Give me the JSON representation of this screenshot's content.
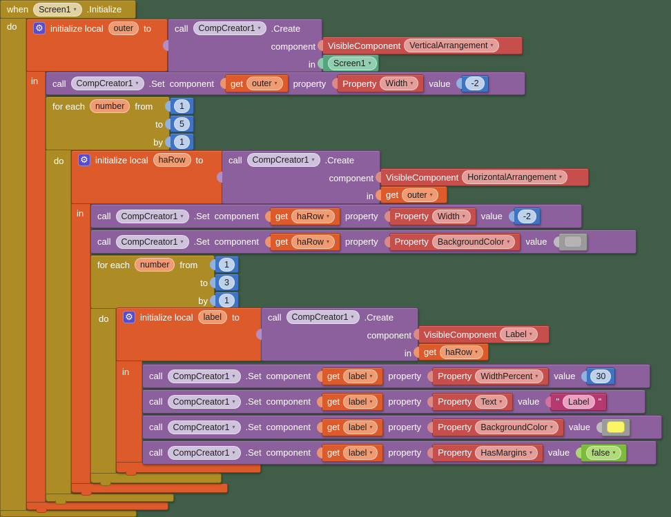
{
  "colors": {
    "workspace_bg": "#3F5D47",
    "event_gold": "#AD8C25",
    "variable_orange": "#DD5B2A",
    "method_purple": "#8C5F9D",
    "component_red": "#C64F4C",
    "component_green": "#55A57F",
    "number_blue": "#3F74C4",
    "text_magenta": "#B5386F",
    "logic_green": "#7CBB3E",
    "color_block_gray": "#9B9B9B",
    "harow_swatch": "#B4B4B4",
    "label_swatch": "#FAF564"
  },
  "icons": {
    "gear": "⚙",
    "caret": "▾"
  },
  "kw": {
    "when": "when",
    "do": "do",
    "in": "in",
    "to": "to",
    "by": "by",
    "from": "from",
    "call": "call",
    "get": "get",
    "component": "component",
    "property": "property",
    "value": "value",
    "init_local": "initialize local",
    "for_each": "for each",
    "quote": "\""
  },
  "names": {
    "comp_creator": "CompCreator1",
    "create": ".Create",
    "set": ".Set",
    "screen": "Screen1",
    "initialize": ".Initialize",
    "visible_component": "VisibleComponent",
    "vertical_arrangement": "VerticalArrangement",
    "horizontal_arrangement": "HorizontalArrangement",
    "label_component": "Label",
    "property_prefix": "Property"
  },
  "vars": {
    "outer": "outer",
    "harow": "haRow",
    "label": "label",
    "number": "number"
  },
  "props": {
    "width": "Width",
    "background_color": "BackgroundColor",
    "width_percent": "WidthPercent",
    "text": "Text",
    "has_margins": "HasMargins"
  },
  "vals": {
    "neg_two": "-2",
    "thirty": "30",
    "label_text": "Label",
    "false_val": "false"
  },
  "loops": {
    "outer": {
      "from": "1",
      "to": "5",
      "by": "1"
    },
    "inner": {
      "from": "1",
      "to": "3",
      "by": "1"
    }
  }
}
